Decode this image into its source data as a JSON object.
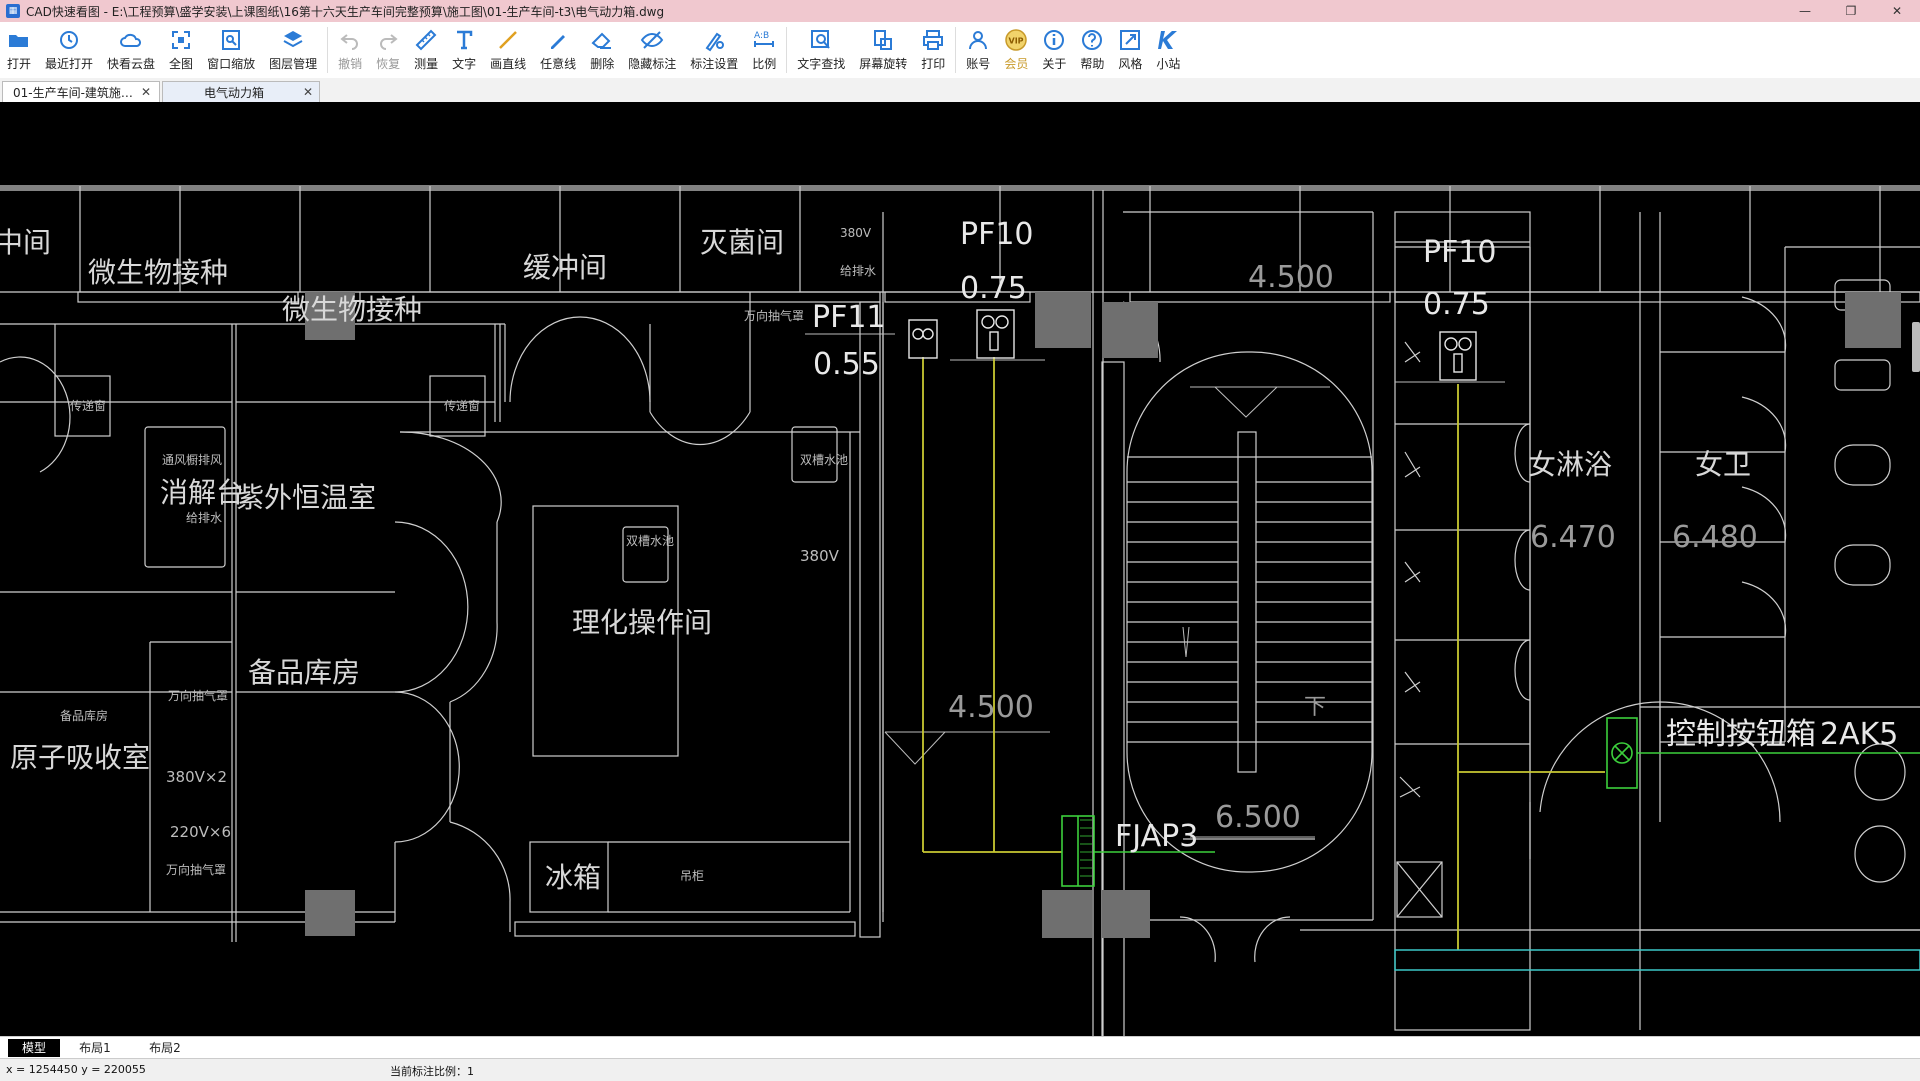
{
  "window": {
    "title": "CAD快速看图 - E:\\工程预算\\盛学安装\\上课图纸\\16第十六天生产车间完整预算\\施工图\\01-生产车间-t3\\电气动力箱.dwg",
    "minimize": "—",
    "maximize": "❐",
    "close": "✕"
  },
  "toolbar": {
    "items": [
      {
        "label": "打开",
        "icon": "folder-open-icon"
      },
      {
        "label": "最近打开",
        "icon": "history-icon"
      },
      {
        "label": "快看云盘",
        "icon": "cloud-icon"
      },
      {
        "label": "全图",
        "icon": "fullview-icon"
      },
      {
        "label": "窗口缩放",
        "icon": "window-zoom-icon"
      },
      {
        "label": "图层管理",
        "icon": "layers-icon"
      },
      {
        "label": "撤销",
        "icon": "undo-icon"
      },
      {
        "label": "恢复",
        "icon": "redo-icon"
      },
      {
        "label": "测量",
        "icon": "measure-icon"
      },
      {
        "label": "文字",
        "icon": "text-icon"
      },
      {
        "label": "画直线",
        "icon": "line-icon"
      },
      {
        "label": "任意线",
        "icon": "freehand-icon"
      },
      {
        "label": "删除",
        "icon": "eraser-icon"
      },
      {
        "label": "隐藏标注",
        "icon": "hide-annotation-icon"
      },
      {
        "label": "标注设置",
        "icon": "annotation-settings-icon"
      },
      {
        "label": "比例",
        "icon": "scale-icon"
      },
      {
        "label": "文字查找",
        "icon": "text-search-icon"
      },
      {
        "label": "屏幕旋转",
        "icon": "rotate-icon"
      },
      {
        "label": "打印",
        "icon": "print-icon"
      },
      {
        "label": "账号",
        "icon": "account-icon"
      },
      {
        "label": "会员",
        "icon": "vip-icon"
      },
      {
        "label": "关于",
        "icon": "info-icon"
      },
      {
        "label": "帮助",
        "icon": "help-icon"
      },
      {
        "label": "风格",
        "icon": "style-icon"
      },
      {
        "label": "小站",
        "icon": "station-icon"
      }
    ]
  },
  "tabs": [
    {
      "label": "01-生产车间-建筑施…",
      "close": "✕"
    },
    {
      "label": "电气动力箱",
      "close": "✕"
    }
  ],
  "drawing": {
    "rooms": {
      "r0": "中间",
      "r1": "微生物接种",
      "r2": "微生物接种",
      "r3": "缓冲间",
      "r4": "灭菌间",
      "r5": "紫外恒温室",
      "r6": "消解台",
      "r7": "理化操作间",
      "r8": "备品库房",
      "r9": "原子吸收室",
      "r10": "冰箱",
      "r11": "女淋浴",
      "r12": "女卫"
    },
    "small": {
      "s0": "传递窗",
      "s1": "传递窗",
      "s2": "通风橱排风",
      "s3": "给排水",
      "s4": "380V",
      "s5": "给排水",
      "s6": "万向抽气罩",
      "s7": "双槽水池",
      "s8": "双槽水池",
      "s9": "380V",
      "s10": "备品库房",
      "s11": "万向抽气罩",
      "s12": "380V×2",
      "s13": "220V×6",
      "s14": "万向抽气罩",
      "s15": "吊柜"
    },
    "labels": {
      "pf11": "PF11",
      "pf11v": "0.55",
      "pf10a": "PF10",
      "pf10av": "0.75",
      "pf10b": "PF10",
      "pf10bv": "0.75",
      "e1": "4.500",
      "e2": "4.500",
      "e3": "6.500",
      "e4": "6.470",
      "e5": "6.480",
      "fjap3": "FJAP3",
      "ctrl": "控制按钮箱",
      "ak5": "2AK5",
      "down": "下"
    }
  },
  "layouts": [
    "模型",
    "布局1",
    "布局2"
  ],
  "status": {
    "coords": "x = 1254450  y = 220055",
    "scale": "当前标注比例：1"
  }
}
